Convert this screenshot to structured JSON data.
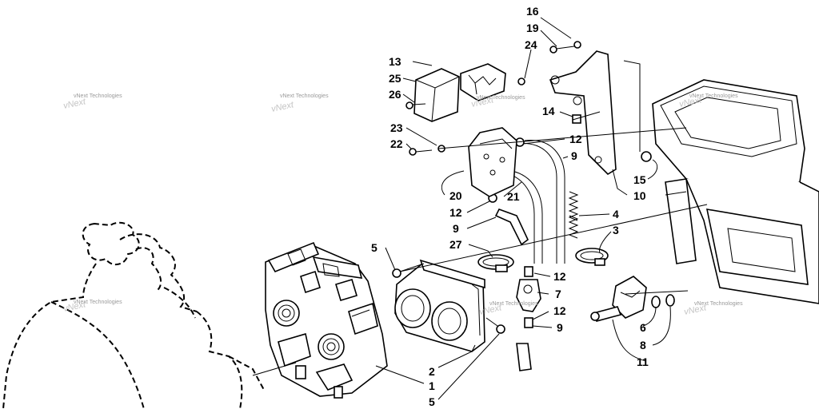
{
  "watermark": {
    "text": "vNext Technologies"
  },
  "callouts": {
    "c1": "1",
    "c2": "2",
    "c3": "3",
    "c4": "4",
    "c5a": "5",
    "c5b": "5",
    "c6": "6",
    "c7": "7",
    "c8": "8",
    "c9a": "9",
    "c9b": "9",
    "c9c": "9",
    "c10": "10",
    "c11": "11",
    "c12a": "12",
    "c12b": "12",
    "c12c": "12",
    "c12d": "12",
    "c13": "13",
    "c14": "14",
    "c15": "15",
    "c16": "16",
    "c19": "19",
    "c20": "20",
    "c21": "21",
    "c22": "22",
    "c23": "23",
    "c24": "24",
    "c25": "25",
    "c26": "26",
    "c27": "27"
  }
}
